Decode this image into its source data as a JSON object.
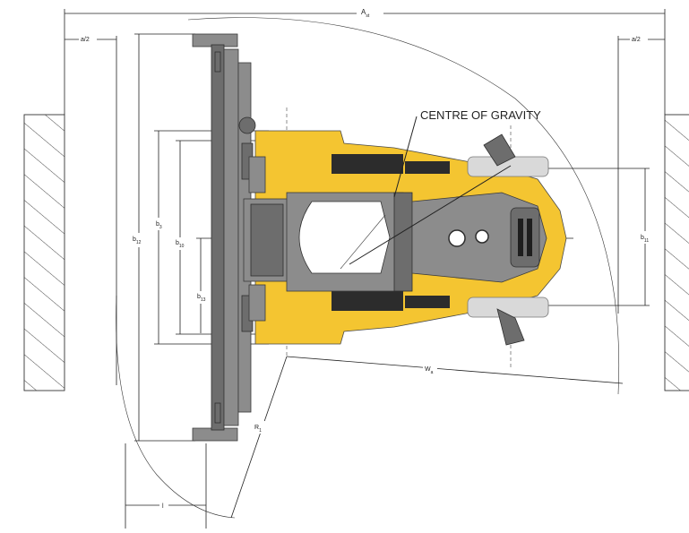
{
  "labels": {
    "centre_of_gravity": "CENTRE OF GRAVITY",
    "a_total": "A",
    "a_total_sub": "st",
    "a_half_left": "a/2",
    "a_half_right": "a/2",
    "b12": "b",
    "b12_sub": "12",
    "b3": "b",
    "b3_sub": "3",
    "b10": "b",
    "b10_sub": "10",
    "b13": "b",
    "b13_sub": "13",
    "b11": "b",
    "b11_sub": "11",
    "wa": "W",
    "wa_sub": "a",
    "r1": "R",
    "r1_sub": "1",
    "l": "l"
  },
  "colors": {
    "body": "#f4c531",
    "frame": "#8c8c8c",
    "dark": "#2c2c2c",
    "line": "#222222"
  }
}
